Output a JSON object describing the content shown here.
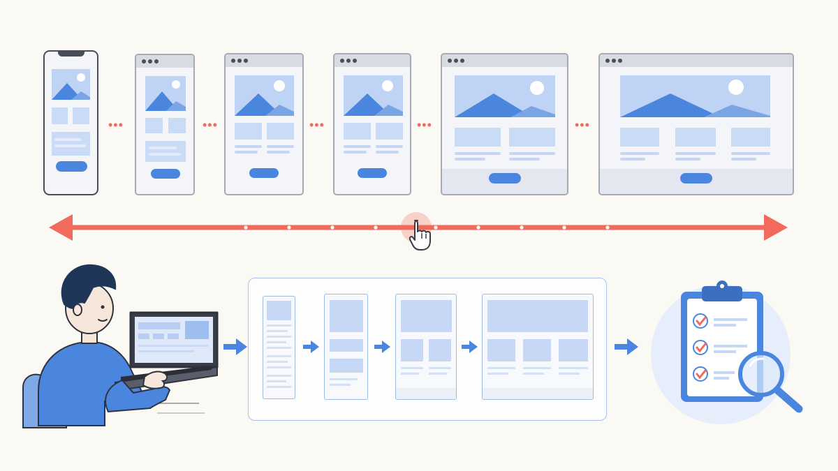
{
  "title": "",
  "stages": {
    "devices": [
      "phone-narrow",
      "tablet-small",
      "tablet",
      "tablet-wide",
      "laptop",
      "desktop-wide"
    ],
    "flow_frames": 4
  },
  "colors": {
    "background": "#faf9f3",
    "accent_red": "#f26a5c",
    "accent_blue": "#4a86dd",
    "placeholder_blue": "#c6d8f5",
    "frame_gray": "#a7aab5"
  },
  "icons": [
    "pointer-hand-icon",
    "blue-arrow-icon",
    "checklist-icon",
    "magnifier-icon",
    "person-at-laptop-illustration"
  ]
}
